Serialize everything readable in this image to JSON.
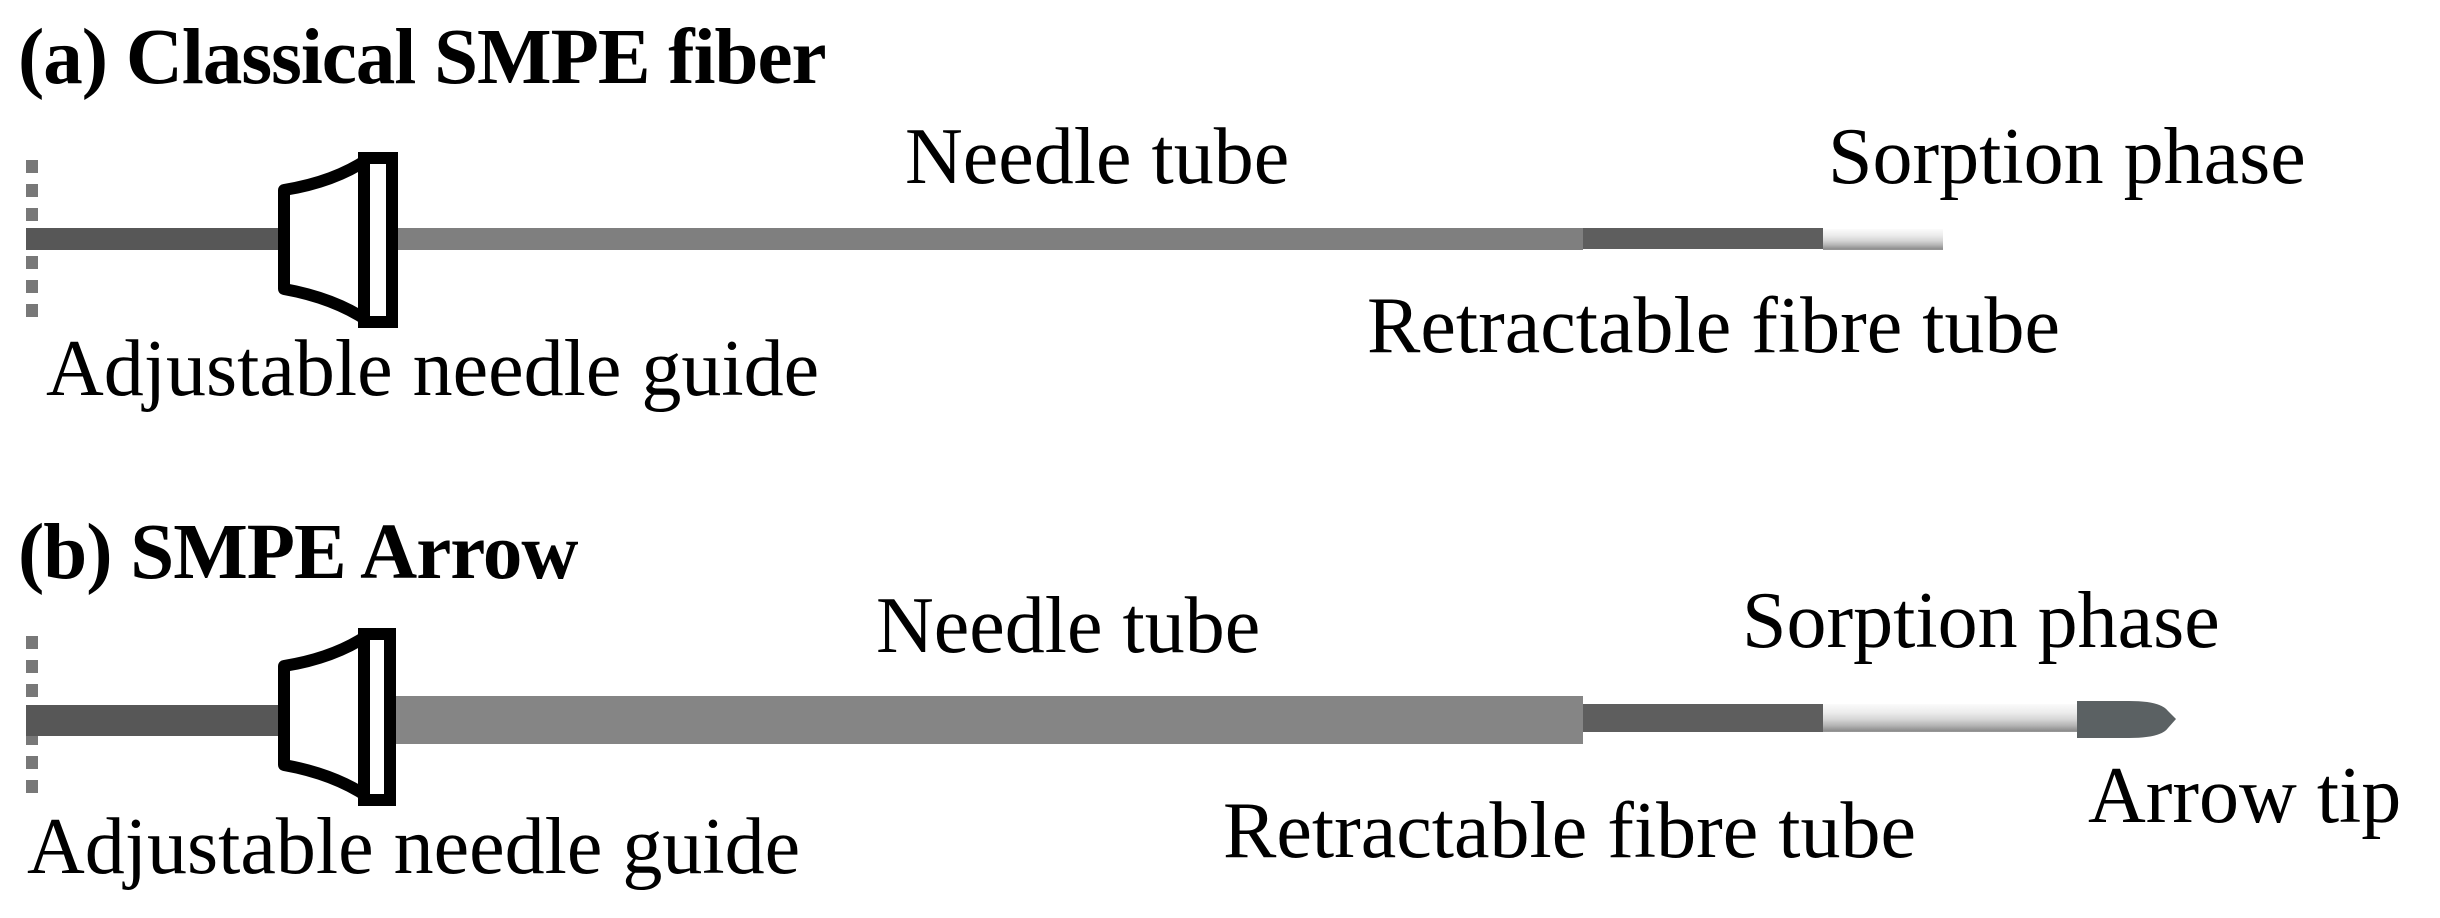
{
  "figure": {
    "background": "#ffffff",
    "text_color": "#000000",
    "panels": [
      {
        "id": "a",
        "title": "(a) Classical SMPE fiber",
        "labels": {
          "needle_tube": "Needle tube",
          "sorption_phase": "Sorption phase",
          "retractable_fibre_tube": "Retractable fibre tube",
          "adjustable_needle_guide": "Adjustable needle guide"
        }
      },
      {
        "id": "b",
        "title": "(b) SMPE Arrow",
        "labels": {
          "needle_tube": "Needle tube",
          "sorption_phase": "Sorption phase",
          "retractable_fibre_tube": "Retractable fibre tube",
          "adjustable_needle_guide": "Adjustable needle guide",
          "arrow_tip": "Arrow tip"
        }
      }
    ],
    "colors": {
      "needle_tube_gray": "#7f7f7f",
      "needle_tube_wide_gray": "#858585",
      "inner_needle_dark_gray": "#575757",
      "retractable_fibre_tube_gray": "#5e5e5e",
      "sorption_phase_light_top": "#fbfbfb",
      "sorption_phase_light_bottom": "#8d8d8d",
      "arrow_tip_gray": "#5b6163",
      "guide_outline_black": "#000000",
      "dashed_axis_gray": "#787878"
    },
    "icons": {
      "adjustable_needle_guide": "horn-with-plate-outline",
      "arrow_tip": "rounded-point"
    }
  }
}
